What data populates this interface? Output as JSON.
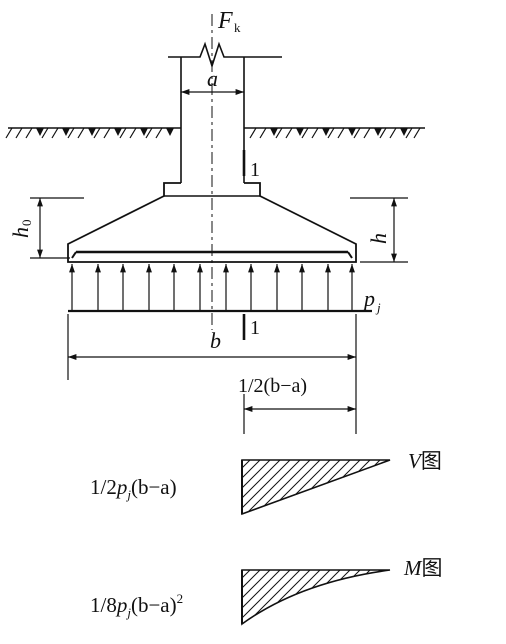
{
  "labels": {
    "load_F": "F",
    "load_sub": "k",
    "col_width": "a",
    "base_width": "b",
    "height_h0": "h",
    "height_h0_sub": "0",
    "height_h": "h",
    "pressure": "p",
    "pressure_sub": "j",
    "section_top": "1",
    "section_bottom": "1",
    "half_diff": "1/2(b−a)"
  },
  "diagrams": {
    "shear": {
      "formula_pre": "1/2",
      "formula_p": "p",
      "formula_sub": "j",
      "formula_post": "(b−a)",
      "tag_sym": "V",
      "tag_text": "图"
    },
    "moment": {
      "formula_pre": "1/8",
      "formula_p": "p",
      "formula_sub": "j",
      "formula_post": "(b−a)",
      "formula_sup": "2",
      "tag_sym": "M",
      "tag_text": "图"
    }
  },
  "colors": {
    "ink": "#111111",
    "background": "#ffffff"
  }
}
